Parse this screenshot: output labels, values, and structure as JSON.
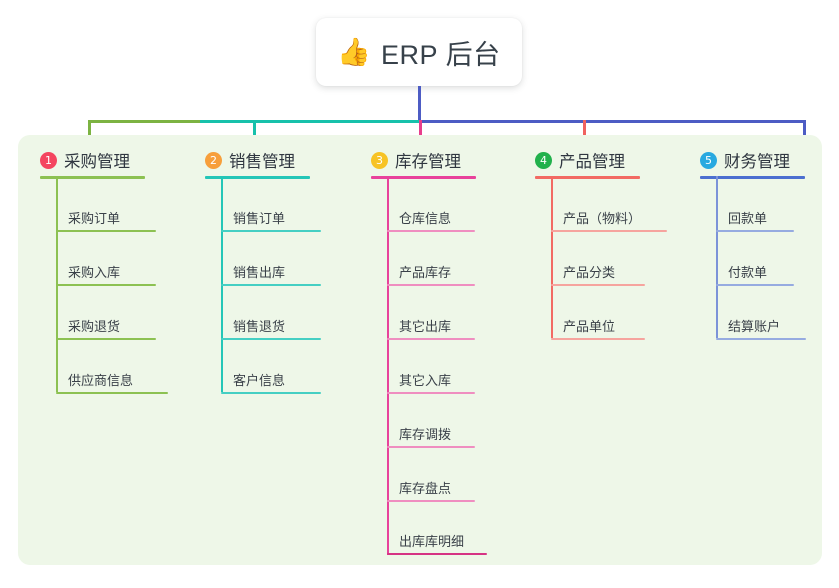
{
  "root": {
    "emoji": "👍",
    "emoji_name": "thumbs-up-emoji",
    "title": "ERP 后台"
  },
  "palette": {
    "panel_bg": "#eef7e8",
    "page_bg": "#ffffff",
    "text": "#2f3640",
    "bus_green": "#7cb342",
    "bus_teal": "#17c1ab",
    "bus_blue": "#4d5cc4",
    "drop_pink": "#e83e8c",
    "drop_red": "#f0625f"
  },
  "columns": [
    {
      "number": "1",
      "badge_color": "#f4455f",
      "title": "采购管理",
      "underline_color": "#8cc152",
      "item_color": "#8cc152",
      "stem_color": "#8cc152",
      "items": [
        "采购订单",
        "采购入库",
        "采购退货",
        "供应商信息"
      ]
    },
    {
      "number": "2",
      "badge_color": "#f79f3b",
      "title": "销售管理",
      "underline_color": "#24c6b7",
      "item_color": "#45cfc3",
      "stem_color": "#24c6b7",
      "items": [
        "销售订单",
        "销售出库",
        "销售退货",
        "客户信息"
      ]
    },
    {
      "number": "3",
      "badge_color": "#f7c325",
      "title": "库存管理",
      "underline_color": "#e8429b",
      "item_color": "#ef8ec0",
      "stem_color": "#e8429b",
      "items": [
        "仓库信息",
        "产品库存",
        "其它出库",
        "其它入库",
        "库存调拨",
        "库存盘点",
        "出库库明细"
      ]
    },
    {
      "number": "4",
      "badge_color": "#22b14c",
      "title": "产品管理",
      "underline_color": "#f26a63",
      "item_color": "#f6a49e",
      "stem_color": "#f26a63",
      "items": [
        "产品（物料）",
        "产品分类",
        "产品单位"
      ]
    },
    {
      "number": "5",
      "badge_color": "#28a9e0",
      "title": "财务管理",
      "underline_color": "#4c6fd0",
      "item_color": "#96abe0",
      "stem_color": "#7c93d8",
      "items": [
        "回款单",
        "付款单",
        "结算账户"
      ]
    }
  ]
}
